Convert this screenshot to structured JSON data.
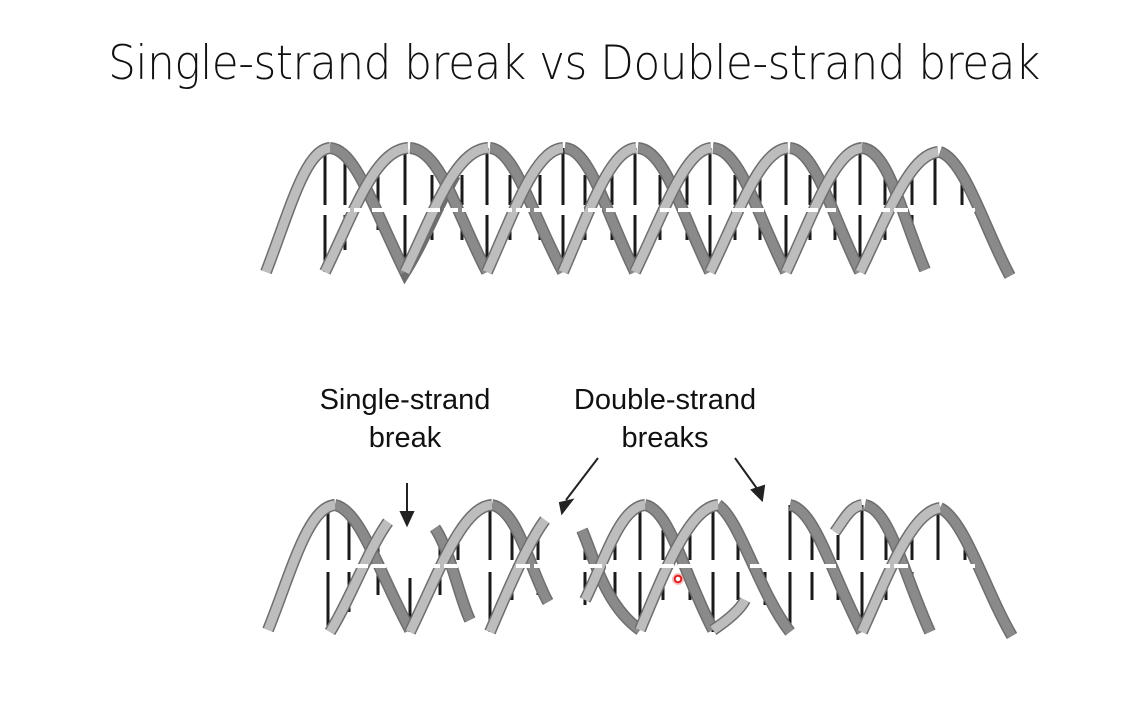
{
  "slide": {
    "title": "Single-strand break vs Double-strand break"
  },
  "figure": {
    "top_helix": {
      "description": "intact DNA double helix",
      "turns": 7
    },
    "bottom_helix": {
      "description": "DNA double helix with strand breaks"
    },
    "labels": {
      "single_strand_line1": "Single-strand",
      "single_strand_line2": "break",
      "double_strand_line1": "Double-strand",
      "double_strand_line2": "breaks"
    },
    "colors": {
      "light_strand": "#b8b8b8",
      "dark_strand": "#7a7a7a",
      "base_pair": "#1a1a1a",
      "cursor": "#e02020"
    }
  }
}
